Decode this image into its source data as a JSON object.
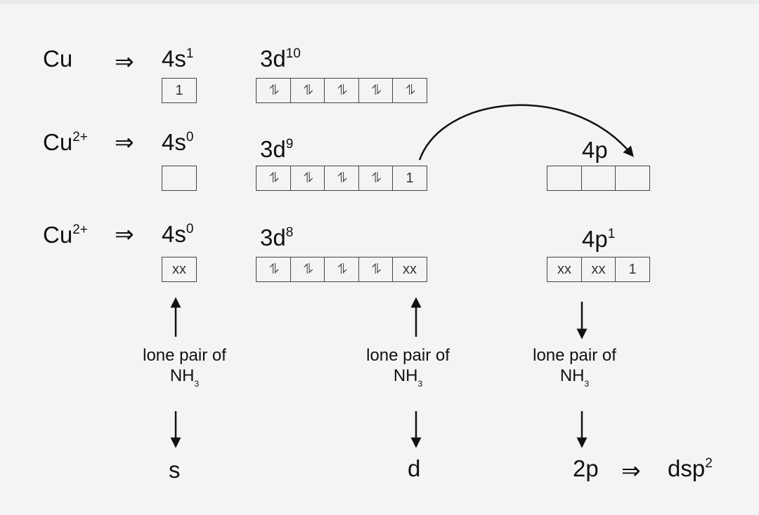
{
  "rows": [
    {
      "ion": "Cu",
      "ion_sup": "",
      "arrow": "⇒",
      "s_label": "4s",
      "s_sup": "1",
      "d_label": "3d",
      "d_sup": "10",
      "s_box": [
        "1"
      ],
      "d_boxes": [
        "⥮",
        "⥮",
        "⥮",
        "⥮",
        "⥮"
      ]
    },
    {
      "ion": "Cu",
      "ion_sup": "2+",
      "arrow": "⇒",
      "s_label": "4s",
      "s_sup": "0",
      "d_label": "3d",
      "d_sup": "9",
      "s_box": [
        ""
      ],
      "d_boxes": [
        "⥮",
        "⥮",
        "⥮",
        "⥮",
        "1"
      ],
      "p_label": "4p",
      "p_sup": "",
      "p_boxes": [
        "",
        "",
        ""
      ]
    },
    {
      "ion": "Cu",
      "ion_sup": "2+",
      "arrow": "⇒",
      "s_label": "4s",
      "s_sup": "0",
      "d_label": "3d",
      "d_sup": "8",
      "s_box": [
        "xx"
      ],
      "d_boxes": [
        "⥮",
        "⥮",
        "⥮",
        "⥮",
        "xx"
      ],
      "p_label": "4p",
      "p_sup": "1",
      "p_boxes": [
        "xx",
        "xx",
        "1"
      ]
    }
  ],
  "annotations": [
    {
      "line1": "lone pair of",
      "line2": "NH",
      "line2_sub": "3",
      "result": "s"
    },
    {
      "line1": "lone pair of",
      "line2": "NH",
      "line2_sub": "3",
      "result": "d"
    },
    {
      "line1": "lone pair of",
      "line2": "NH",
      "line2_sub": "3",
      "result": "2p"
    }
  ],
  "final": {
    "arrow": "⇒",
    "text": "dsp",
    "sup": "2"
  }
}
